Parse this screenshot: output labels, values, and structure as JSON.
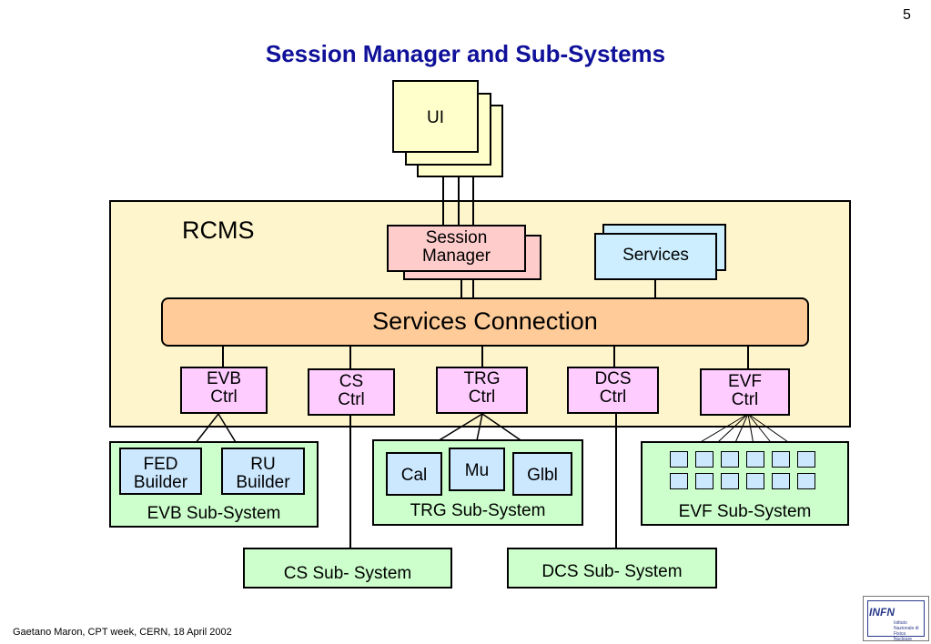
{
  "page_number": "5",
  "title": "Session Manager and Sub-Systems",
  "footer": "Gaetano Maron, CPT week, CERN, 18 April 2002",
  "ui": {
    "label": "UI"
  },
  "rcms": {
    "label": "RCMS"
  },
  "session_manager": {
    "line1": "Session",
    "line2": "Manager"
  },
  "services": {
    "label": "Services"
  },
  "services_connection": {
    "label": "Services Connection"
  },
  "controllers": {
    "evb": {
      "line1": "EVB",
      "line2": "Ctrl"
    },
    "cs": {
      "line1": "CS",
      "line2": "Ctrl"
    },
    "trg": {
      "line1": "TRG",
      "line2": "Ctrl"
    },
    "dcs": {
      "line1": "DCS",
      "line2": "Ctrl"
    },
    "evf": {
      "line1": "EVF",
      "line2": "Ctrl"
    }
  },
  "evb_subsystem": {
    "label": "EVB Sub-System",
    "fed_builder": {
      "line1": "FED",
      "line2": "Builder"
    },
    "ru_builder": {
      "line1": "RU",
      "line2": "Builder"
    }
  },
  "trg_subsystem": {
    "label": "TRG Sub-System",
    "cal": "Cal",
    "mu": "Mu",
    "glbl": "Glbl"
  },
  "evf_subsystem": {
    "label": "EVF Sub-System"
  },
  "cs_subsystem": {
    "label": "CS Sub- System"
  },
  "dcs_subsystem": {
    "label": "DCS Sub- System"
  },
  "logo": {
    "text": "INFN",
    "subtext": "Istituto Nazionale di Fisica Nucleare"
  },
  "colors": {
    "title": "#10119a",
    "ui_fill": "#ffffcc",
    "rcms_fill": "#fff5cc",
    "session_fill": "#ffcccc",
    "services_fill": "#cceeff",
    "connection_fill": "#ffcc99",
    "ctrl_fill": "#ffccff",
    "subsystem_fill": "#ccffcc",
    "inner_fill": "#cce8ff"
  }
}
